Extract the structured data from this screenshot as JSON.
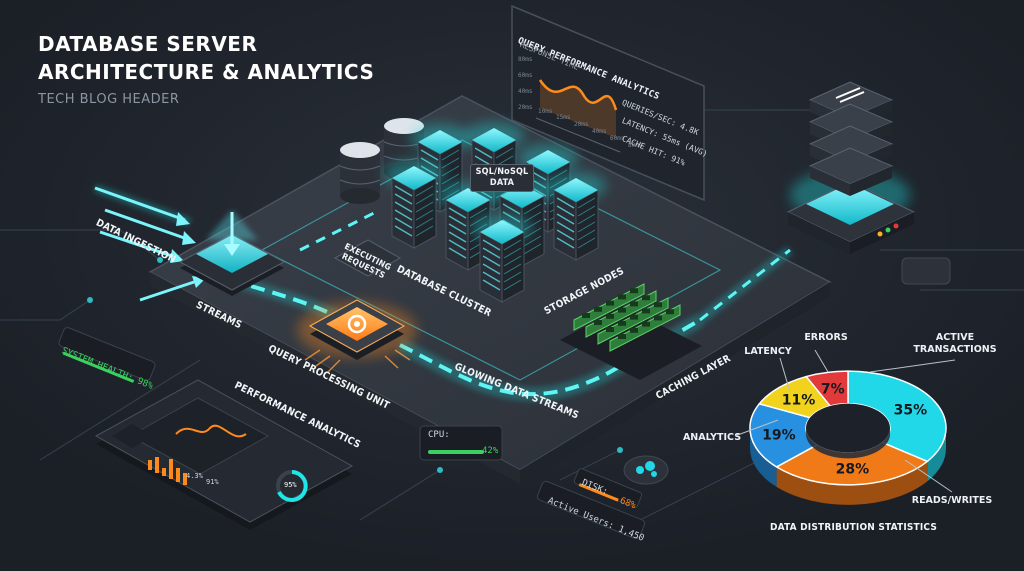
{
  "header": {
    "title_line1": "DATABASE SERVER",
    "title_line2": "ARCHITECTURE & ANALYTICS",
    "subtitle": "TECH BLOG HEADER"
  },
  "colors": {
    "background": "#1d2129",
    "accent_cyan": "#1ee6e6",
    "accent_orange": "#ff8a1c",
    "accent_green": "#3ad160"
  },
  "diagram": {
    "labels": {
      "data_ingestion": "DATA INGESTION",
      "streams": "STREAMS",
      "executing_requests": "EXECUTING\nREQUESTS",
      "query_processing_unit": "QUERY PROCESSING UNIT",
      "database_cluster": "DATABASE CLUSTER",
      "sql_nosql_data": "SQL/NoSQL\nDATA",
      "storage_nodes": "STORAGE NODES",
      "glowing_data_streams": "GLOWING DATA STREAMS",
      "caching_layer": "CACHING LAYER",
      "performance_analytics": "PERFORMANCE ANALYTICS"
    },
    "badges": {
      "system_health": "SYSTEM HEALTH: 98%",
      "cpu": "CPU:",
      "cpu_value": "42%",
      "disk": "DISK:",
      "disk_value": "68%",
      "active_users": "Active Users: 1,450"
    },
    "query_panel": {
      "title": "QUERY PERFORMANCE ANALYTICS",
      "subtitle": "RESPONSE TIME",
      "y_ticks": [
        "80ms",
        "60ms",
        "40ms",
        "20ms"
      ],
      "x_ticks": [
        "10ms",
        "15ms",
        "20ms",
        "40ms",
        "60ms",
        "80ms"
      ],
      "stats": [
        "QUERIES/SEC: 4.8K",
        "LATENCY: 55ms (AVG)",
        "CACHE HIT: 91%"
      ]
    },
    "dashboard": {
      "value1": "4.3%",
      "value2": "91%",
      "gauge": "95%"
    }
  },
  "chart_data": {
    "type": "pie",
    "title": "DATA DISTRIBUTION STATISTICS",
    "style": "donut-3d",
    "slices": [
      {
        "label": "ACTIVE\nTRANSACTIONS",
        "value": 35,
        "display": "35%",
        "color": "#20d8e8"
      },
      {
        "label": "READS/WRITES",
        "value": 28,
        "display": "28%",
        "color": "#f07a18"
      },
      {
        "label": "ANALYTICS",
        "value": 19,
        "display": "19%",
        "color": "#2790e0"
      },
      {
        "label": "LATENCY",
        "value": 11,
        "display": "11%",
        "color": "#f1d21c"
      },
      {
        "label": "ERRORS",
        "value": 7,
        "display": "7%",
        "color": "#e23a3a"
      }
    ]
  }
}
